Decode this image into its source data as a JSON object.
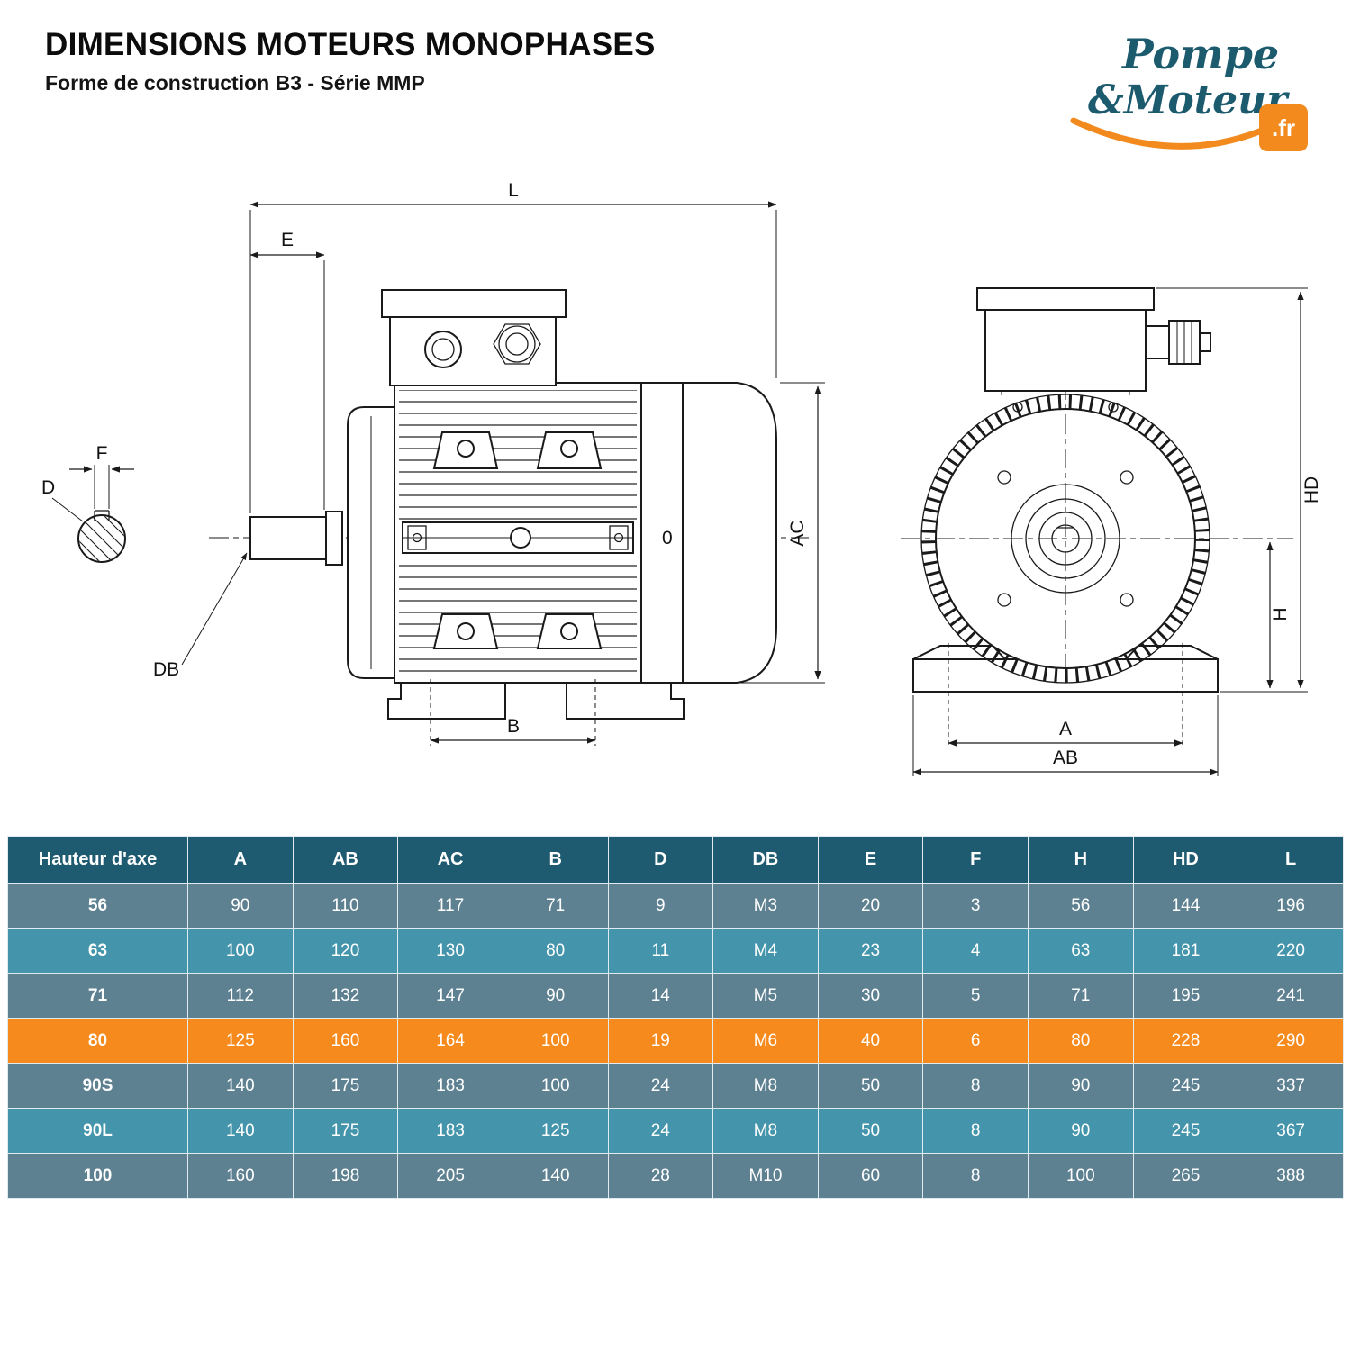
{
  "header": {
    "title": "DIMENSIONS MOTEURS MONOPHASES",
    "subtitle": "Forme de construction B3 - Série MMP"
  },
  "logo": {
    "word1": "Pompe",
    "word2": "&Moteur",
    "suffix": ".fr"
  },
  "diagram": {
    "dim_labels": {
      "L": "L",
      "E": "E",
      "F": "F",
      "D": "D",
      "DB": "DB",
      "B": "B",
      "AC": "AC",
      "HD": "HD",
      "H": "H",
      "A": "A",
      "AB": "AB",
      "zero": "0"
    }
  },
  "table": {
    "columns": [
      "Hauteur d'axe",
      "A",
      "AB",
      "AC",
      "B",
      "D",
      "DB",
      "E",
      "F",
      "H",
      "HD",
      "L"
    ],
    "rows": [
      {
        "label": "56",
        "values": [
          "90",
          "110",
          "117",
          "71",
          "9",
          "M3",
          "20",
          "3",
          "56",
          "144",
          "196"
        ],
        "shade": "gray",
        "highlight": false
      },
      {
        "label": "63",
        "values": [
          "100",
          "120",
          "130",
          "80",
          "11",
          "M4",
          "23",
          "4",
          "63",
          "181",
          "220"
        ],
        "shade": "teal",
        "highlight": false
      },
      {
        "label": "71",
        "values": [
          "112",
          "132",
          "147",
          "90",
          "14",
          "M5",
          "30",
          "5",
          "71",
          "195",
          "241"
        ],
        "shade": "gray",
        "highlight": false
      },
      {
        "label": "80",
        "values": [
          "125",
          "160",
          "164",
          "100",
          "19",
          "M6",
          "40",
          "6",
          "80",
          "228",
          "290"
        ],
        "shade": "orange",
        "highlight": true
      },
      {
        "label": "90S",
        "values": [
          "140",
          "175",
          "183",
          "100",
          "24",
          "M8",
          "50",
          "8",
          "90",
          "245",
          "337"
        ],
        "shade": "gray",
        "highlight": false
      },
      {
        "label": "90L",
        "values": [
          "140",
          "175",
          "183",
          "125",
          "24",
          "M8",
          "50",
          "8",
          "90",
          "245",
          "367"
        ],
        "shade": "teal",
        "highlight": false
      },
      {
        "label": "100",
        "values": [
          "160",
          "198",
          "205",
          "140",
          "28",
          "M10",
          "60",
          "8",
          "100",
          "265",
          "388"
        ],
        "shade": "gray",
        "highlight": false
      }
    ]
  },
  "colors": {
    "header_bg": "#1e5a70",
    "row_gray": "#5e8192",
    "row_teal": "#4495ab",
    "row_highlight": "#f68a1c",
    "logo_teal": "#1c5a6e",
    "logo_orange": "#f28a1d"
  }
}
